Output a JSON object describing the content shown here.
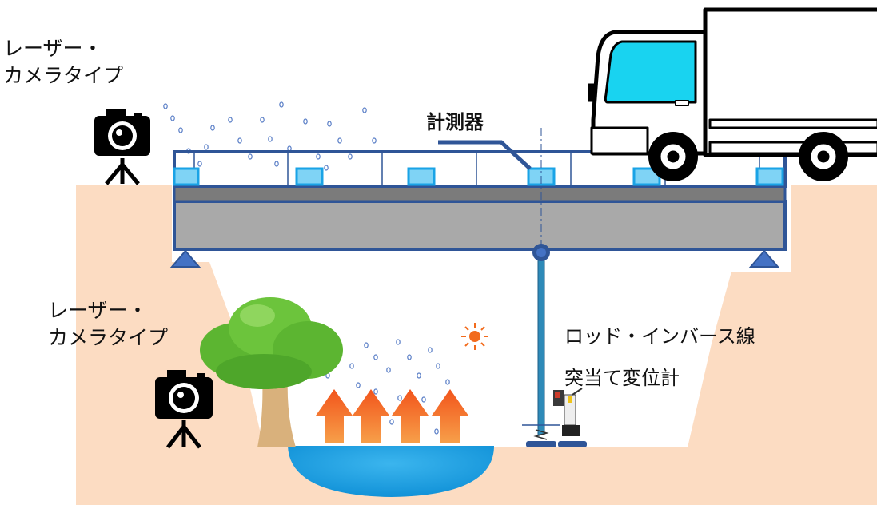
{
  "labels": {
    "camera_top_line1": "レーザー・",
    "camera_top_line2": "カメラタイプ",
    "camera_bottom_line1": "レーザー・",
    "camera_bottom_line2": "カメラタイプ",
    "sensor": "計測器",
    "rod_inverse": "ロッド・インバース線",
    "contact_gauge": "突当て変位計"
  },
  "colors": {
    "ground": "#fcdcc2",
    "water": "#1aa3e6",
    "girder": "#a9a9a9",
    "deck": "#7b7b7b",
    "frame": "#2f5597",
    "sensor_fill": "#7fd3f5",
    "sensor_border": "#1aa3e6",
    "arrow": "#f26b1d",
    "tree_leaves": "#5cb531",
    "tree_trunk": "#d9b17c",
    "truck_window": "#19d3f0"
  },
  "icons": [
    "camera-icon",
    "tripod-icon",
    "truck-icon",
    "tree-icon",
    "sun-icon",
    "upward-arrow-icon",
    "displacement-gauge-icon",
    "sensor-box-icon"
  ]
}
